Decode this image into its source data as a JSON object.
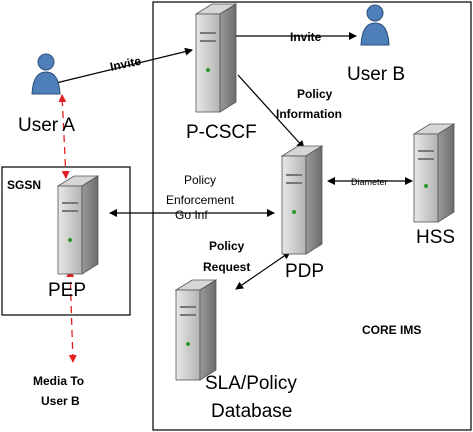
{
  "regions": {
    "core_label": "CORE IMS",
    "sgsn_label": "SGSN"
  },
  "nodes": {
    "user_a": "User A",
    "user_b": "User B",
    "pcscf": "P-CSCF",
    "pdp": "PDP",
    "pep": "PEP",
    "hss": "HSS",
    "sla_line1": "SLA/Policy",
    "sla_line2": "Database"
  },
  "edges": {
    "invite_a": "Invite",
    "invite_b": "Invite",
    "policy_info_line1": "Policy",
    "policy_info_line2": "Information",
    "diameter": "Diameter",
    "enforce_line1": "Policy",
    "enforce_line2": "Enforcement",
    "enforce_line3": "Go Inf",
    "policy_req_line1": "Policy",
    "policy_req_line2": "Request",
    "media_line1": "Media To",
    "media_line2": "User B"
  },
  "colors": {
    "line": "#000000",
    "media_dashed": "#e02020",
    "server_body": "#c9c9c9",
    "server_shade": "#8e8e8e",
    "user_icon": "#4f7fb8"
  }
}
